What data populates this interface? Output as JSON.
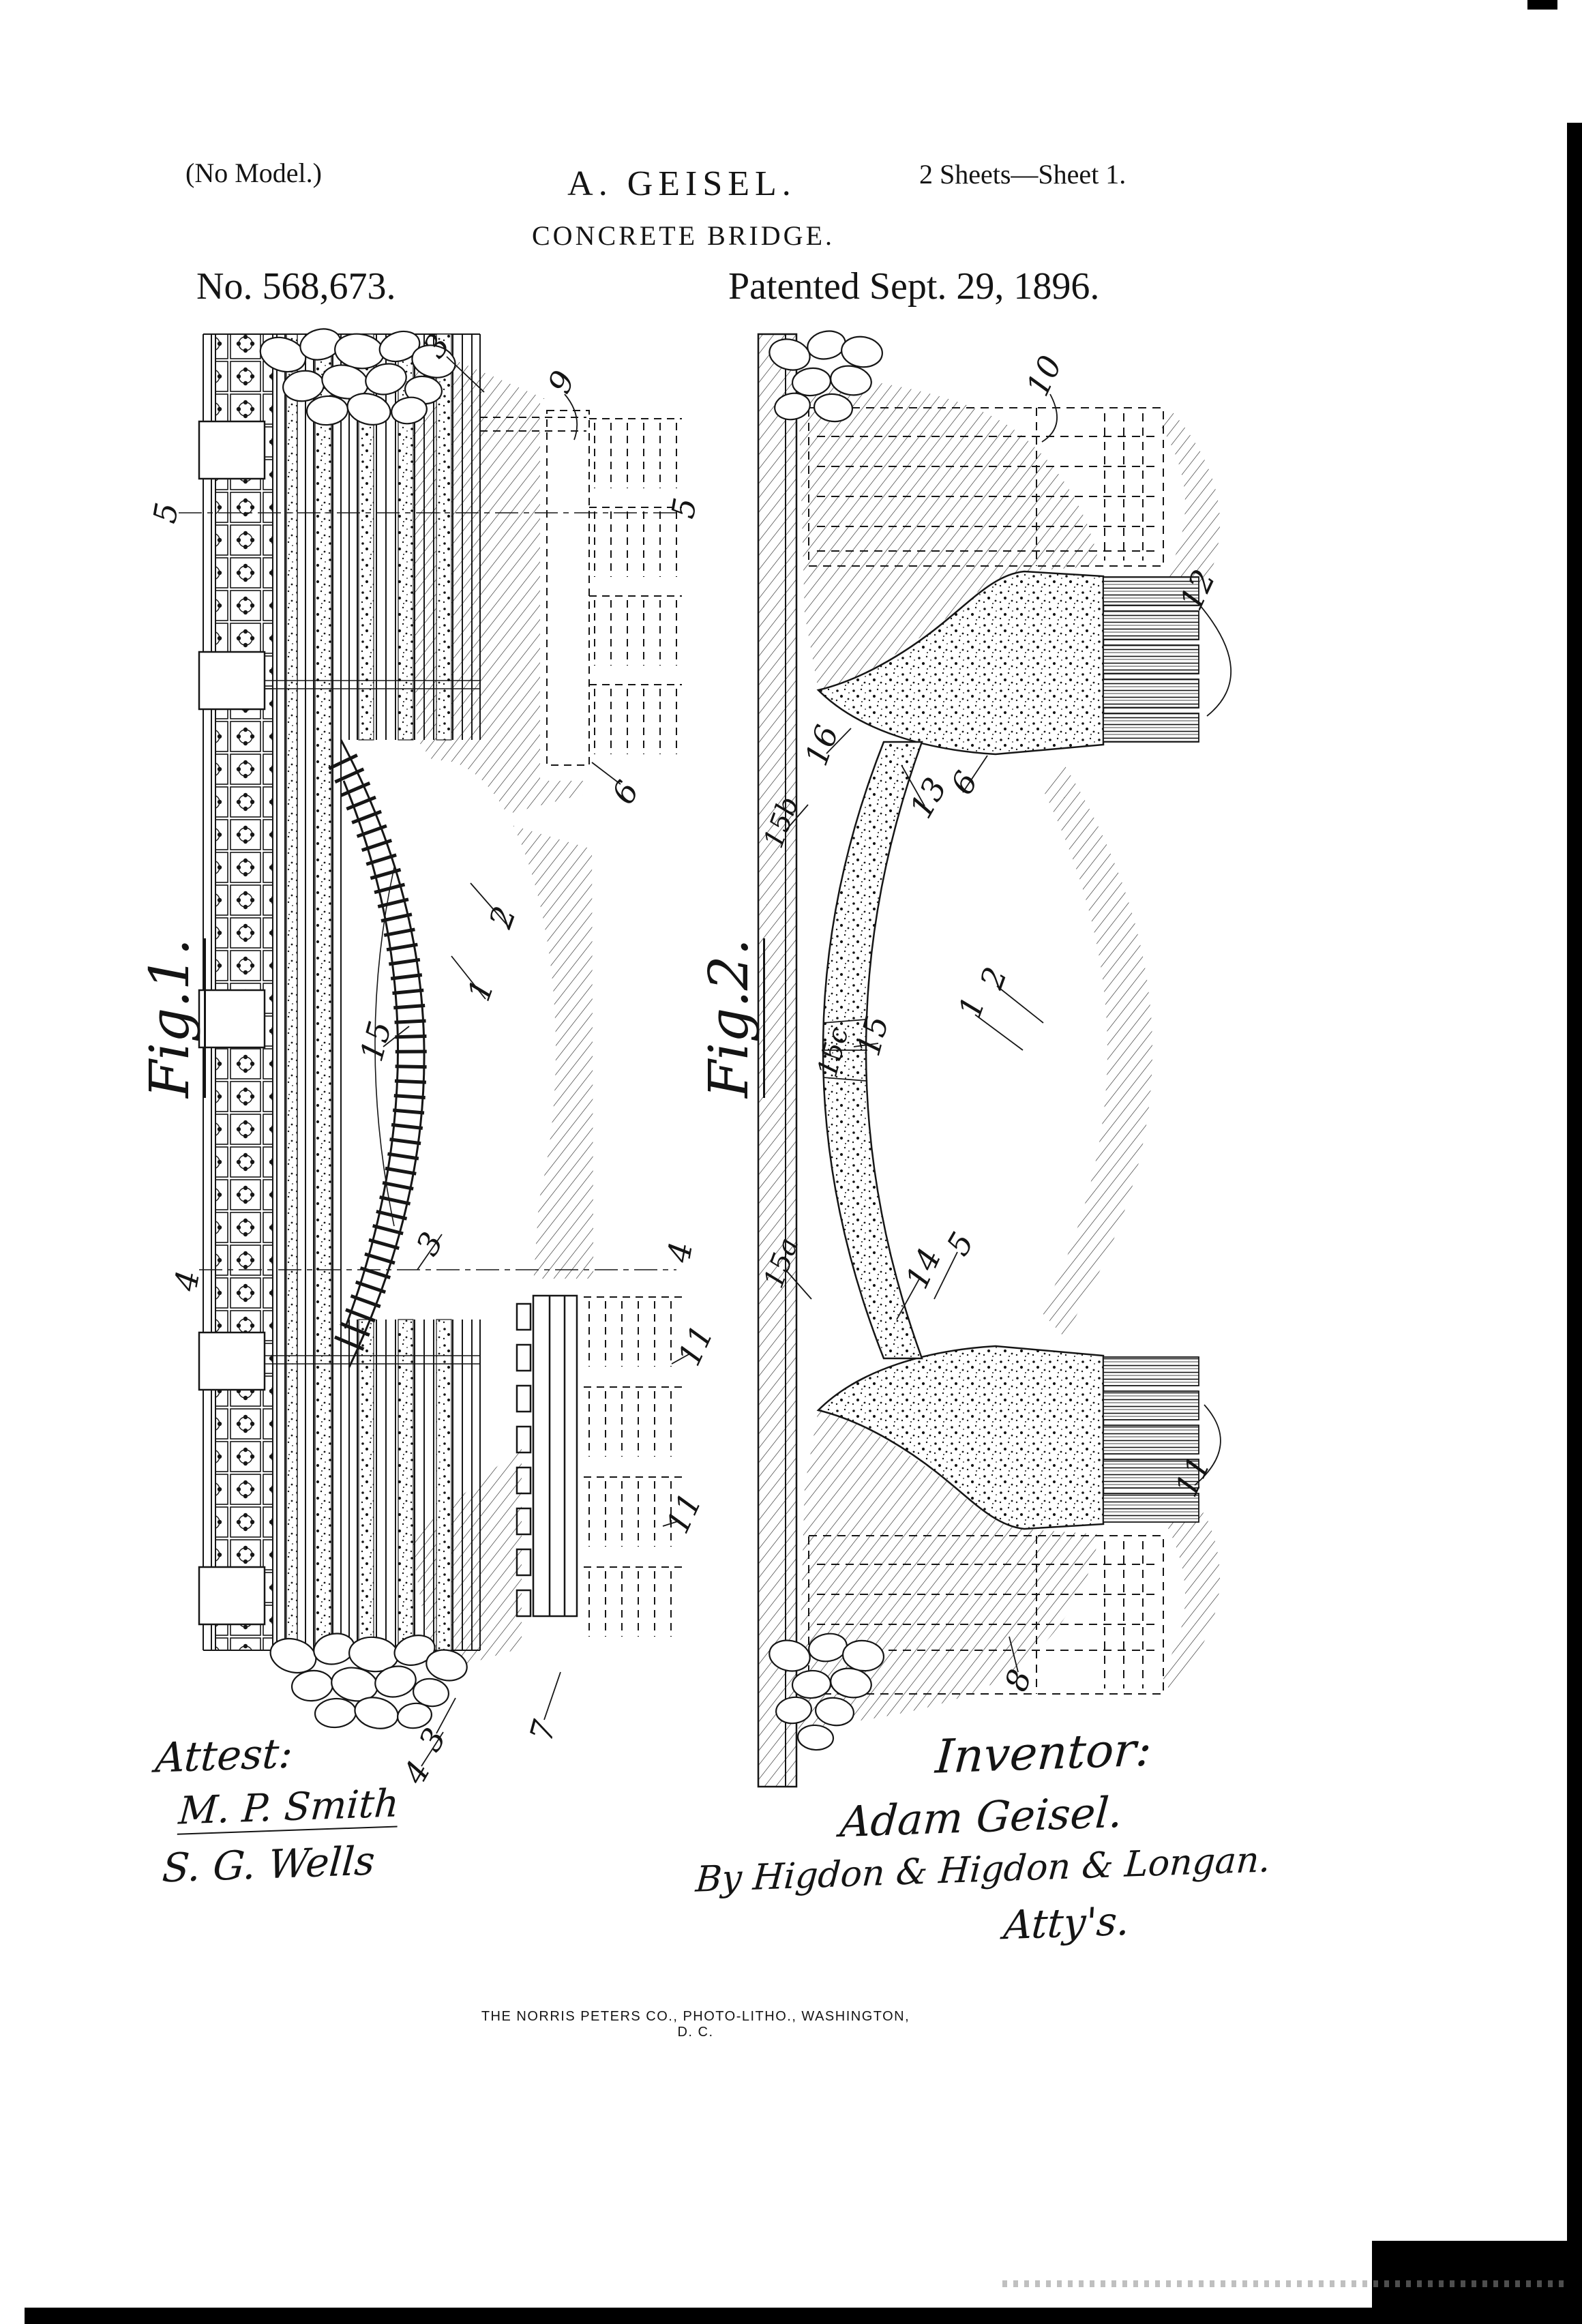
{
  "header": {
    "no_model": "(No Model.)",
    "sheet_info": "2 Sheets—Sheet 1.",
    "applicant": "A. GEISEL.",
    "title": "CONCRETE BRIDGE.",
    "patent_number": "No. 568,673.",
    "patent_date": "Patented Sept. 29, 1896."
  },
  "figures": {
    "fig1": "Fig.1.",
    "fig2": "Fig.2."
  },
  "numerals": {
    "f1_3_top": "3",
    "f1_9": "9",
    "f1_5_left": "5",
    "f1_5_right": "5",
    "f1_6": "6",
    "f1_2": "2",
    "f1_1": "1",
    "f1_15": "15",
    "f1_4_left": "4",
    "f1_3_mid": "3",
    "f1_4_right": "4",
    "f1_11_a": "11",
    "f1_11_b": "11",
    "f1_7": "7",
    "f1_3_bottom": "3",
    "f1_4_bottom": "4",
    "f2_10": "10",
    "f2_12": "12",
    "f2_16": "16",
    "f2_13": "13",
    "f2_6": "6",
    "f2_15b": "15b",
    "f2_2": "2",
    "f2_1": "1",
    "f2_15": "15",
    "f2_15c": "15c",
    "f2_15a": "15a",
    "f2_14": "14",
    "f2_5": "5",
    "f2_11": "11",
    "f2_8": "8"
  },
  "signatures": {
    "attest_label": "Attest:",
    "witness1": "M. P. Smith",
    "witness2": "S. G. Wells",
    "inventor_label": "Inventor:",
    "inventor_name": "Adam Geisel.",
    "attorney_line": "By Higdon & Higdon & Longan.",
    "attorney_suffix": "Atty's."
  },
  "footer": {
    "lithographer": "THE NORRIS PETERS CO., PHOTO-LITHO., WASHINGTON, D. C."
  }
}
